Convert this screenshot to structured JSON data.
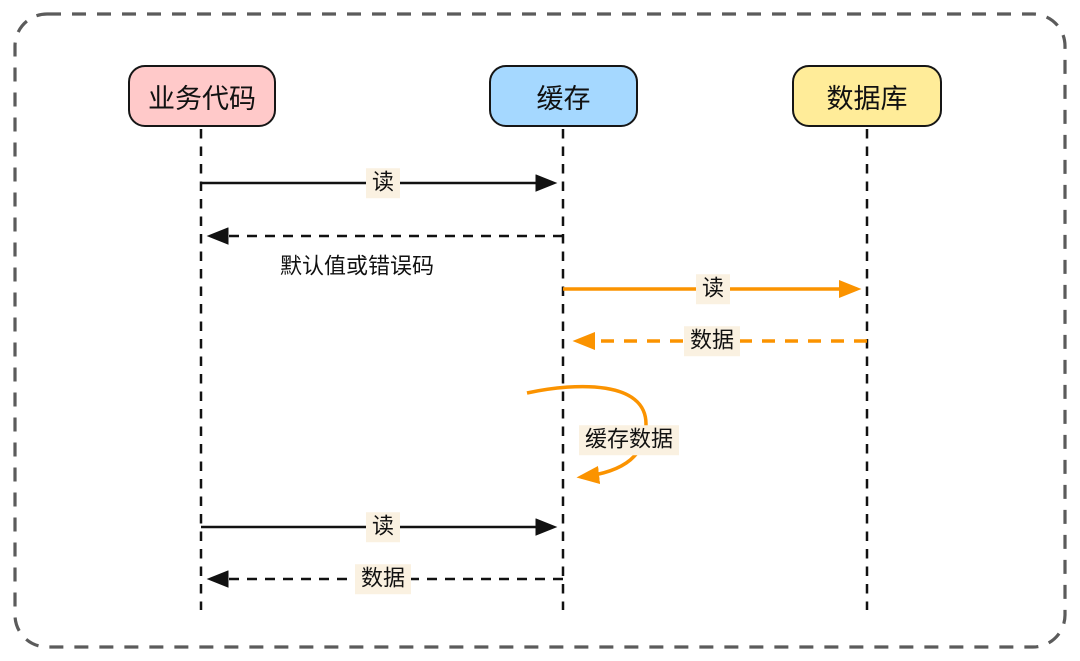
{
  "diagram": {
    "type": "sequence-diagram",
    "canvas_background": "#ffffff",
    "outer_border_color": "#5b5b5b",
    "label_background": "#faf1e1",
    "actors": [
      {
        "label": "业务代码",
        "fill": "#ffc9c9",
        "border": "#161616"
      },
      {
        "label": "缓存",
        "fill": "#a5d8ff",
        "border": "#161616"
      },
      {
        "label": "数据库",
        "fill": "#ffec99",
        "border": "#161616"
      }
    ],
    "messages": {
      "read1": {
        "label": "读",
        "from": "业务代码",
        "to": "缓存",
        "line": "solid",
        "color": "#111111"
      },
      "default_return": {
        "label": "默认值或错误码",
        "from": "缓存",
        "to": "业务代码",
        "line": "dashed",
        "color": "#111111"
      },
      "read2": {
        "label": "读",
        "from": "缓存",
        "to": "数据库",
        "line": "solid",
        "color": "#fb9300"
      },
      "data1": {
        "label": "数据",
        "from": "数据库",
        "to": "缓存",
        "line": "dashed",
        "color": "#fb9300"
      },
      "cache_self": {
        "label": "缓存数据",
        "from": "缓存",
        "to": "缓存",
        "line": "self-loop",
        "color": "#fb9300"
      },
      "read3": {
        "label": "读",
        "from": "业务代码",
        "to": "缓存",
        "line": "solid",
        "color": "#111111"
      },
      "data2": {
        "label": "数据",
        "from": "缓存",
        "to": "业务代码",
        "line": "dashed",
        "color": "#111111"
      }
    }
  }
}
